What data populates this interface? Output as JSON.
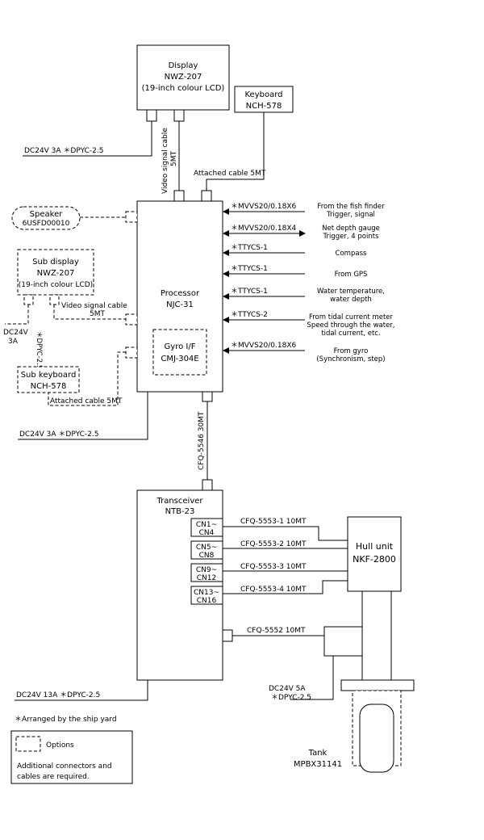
{
  "display": {
    "line1": "Display",
    "line2": "NWZ-207",
    "line3": "(19-inch colour LCD)"
  },
  "keyboard": {
    "line1": "Keyboard",
    "line2": "NCH-578"
  },
  "speaker": {
    "line1": "Speaker",
    "line2": "6USFD00010"
  },
  "sub_display": {
    "line1": "Sub display",
    "line2": "NWZ-207",
    "line3": "(19-inch colour LCD)"
  },
  "sub_keyboard": {
    "line1": "Sub keyboard",
    "line2": "NCH-578"
  },
  "processor": {
    "line1": "Processor",
    "line2": "NJC-31"
  },
  "gyro_if": {
    "line1": "Gyro I/F",
    "line2": "CMJ-304E"
  },
  "transceiver": {
    "line1": "Transceiver",
    "line2": "NTB-23"
  },
  "hull_unit": {
    "line1": "Hull unit",
    "line2": "NKF-2800"
  },
  "tank": {
    "line1": "Tank",
    "line2": "MPBX31141"
  },
  "connectors": [
    {
      "a": "CN1~",
      "b": "CN4"
    },
    {
      "a": "CN5~",
      "b": "CN8"
    },
    {
      "a": "CN9~",
      "b": "CN12"
    },
    {
      "a": "CN13~",
      "b": "CN16"
    }
  ],
  "cables": {
    "display_power": "DC24V 3A ＊DPYC-2.5",
    "video_signal_1": "Video signal cable",
    "video_signal_2": "5MT",
    "attached_cable": "Attached cable 5MT",
    "sub_video_1": "Video signal cable",
    "sub_video_2": "5MT",
    "sub_power_1": "DC24V",
    "sub_power_2": "3A",
    "sub_power_cable": "＊DPYC-2.5",
    "sub_attached": "Attached cable 5MT",
    "processor_power": "DC24V 3A ＊DPYC-2.5",
    "cfq5546": "CFQ-5546 30MT",
    "cfq5553_1": "CFQ-5553-1  10MT",
    "cfq5553_2": "CFQ-5553-2  10MT",
    "cfq5553_3": "CFQ-5553-3  10MT",
    "cfq5553_4": "CFQ-5553-4  10MT",
    "cfq5552": "CFQ-5552  10MT",
    "transceiver_power": "DC24V  13A ＊DPYC-2.5",
    "hull_power_1": "DC24V 5A",
    "hull_power_2": "＊DPYC-2.5"
  },
  "inputs": [
    {
      "cable": "＊MVVS20/0.18X6",
      "desc1": "From the fish finder",
      "desc2": "Trigger, signal",
      "desc3": ""
    },
    {
      "cable": "＊MVVS20/0.18X4",
      "desc1": "Net depth gauge",
      "desc2": "Trigger, 4 points",
      "desc3": ""
    },
    {
      "cable": "＊TTYCS-1",
      "desc1": "Compass",
      "desc2": "",
      "desc3": ""
    },
    {
      "cable": "＊TTYCS-1",
      "desc1": "From GPS",
      "desc2": "",
      "desc3": ""
    },
    {
      "cable": "＊TTYCS-1",
      "desc1": "Water temperature,",
      "desc2": "water depth",
      "desc3": ""
    },
    {
      "cable": "＊TTYCS-2",
      "desc1": "From tidal current meter",
      "desc2": "Speed through the water,",
      "desc3": "tidal current, etc."
    },
    {
      "cable": "＊MVVS20/0.18X6",
      "desc1": "From gyro",
      "desc2": "(Synchronism, step)",
      "desc3": ""
    }
  ],
  "legend": {
    "shipyard_note": "＊Arranged by the ship yard",
    "options_label": "Options",
    "note_1": "Additional connectors and",
    "note_2": "cables are required."
  }
}
